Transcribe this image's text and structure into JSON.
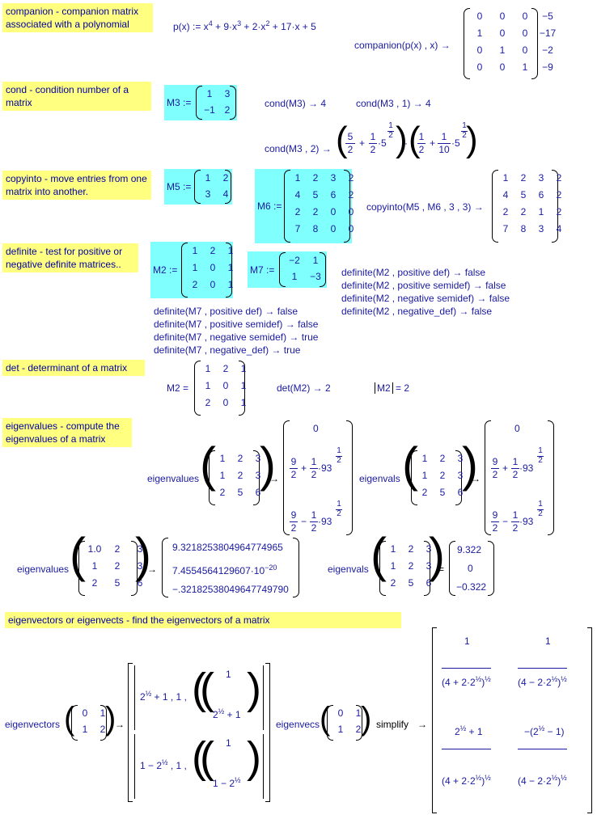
{
  "sections": {
    "companion": {
      "label": "companion - companion matrix associated  with a polynomial",
      "def": "p(x) := x",
      "def_rest": [
        "4",
        " + 9·x",
        "3",
        " + 2·x",
        "2",
        " + 17·x + 5"
      ],
      "call": "companion(p(x) , x) →",
      "result": [
        [
          "0",
          "0",
          "0",
          "−5"
        ],
        [
          "1",
          "0",
          "0",
          "−17"
        ],
        [
          "0",
          "1",
          "0",
          "−2"
        ],
        [
          "0",
          "0",
          "1",
          "−9"
        ]
      ]
    },
    "cond": {
      "label": "cond - condition number of a matrix",
      "m3_name": "M3 :=",
      "m3": [
        [
          "1",
          "3"
        ],
        [
          "−1",
          "2"
        ]
      ],
      "c1": "cond(M3) → 4",
      "c2": "cond(M3 , 1) → 4",
      "c3": "cond(M3 , 2) →",
      "c3_parts": [
        "5",
        "2",
        "+",
        "1",
        "2",
        "·5",
        "1",
        "2",
        "·",
        "1",
        "2",
        "+",
        "1",
        "10",
        "·5",
        "1",
        "2"
      ]
    },
    "copyinto": {
      "label": "copyinto - move entries from one matrix into another.",
      "m5_name": "M5 :=",
      "m5": [
        [
          "1",
          "2"
        ],
        [
          "3",
          "4"
        ]
      ],
      "m6_name": "M6 :=",
      "m6": [
        [
          "1",
          "2",
          "3",
          "2"
        ],
        [
          "4",
          "5",
          "6",
          "2"
        ],
        [
          "2",
          "2",
          "0",
          "0"
        ],
        [
          "7",
          "8",
          "0",
          "0"
        ]
      ],
      "call": "copyinto(M5 , M6 , 3 , 3) →",
      "result": [
        [
          "1",
          "2",
          "3",
          "2"
        ],
        [
          "4",
          "5",
          "6",
          "2"
        ],
        [
          "2",
          "2",
          "1",
          "2"
        ],
        [
          "7",
          "8",
          "3",
          "4"
        ]
      ]
    },
    "definite": {
      "label": "definite - test for positive or negative definite matrices..",
      "m2_name": "M2 :=",
      "m2": [
        [
          "1",
          "2",
          "1"
        ],
        [
          "1",
          "0",
          "1"
        ],
        [
          "2",
          "0",
          "1"
        ]
      ],
      "m7_name": "M7 :=",
      "m7": [
        [
          "−2",
          "1"
        ],
        [
          "1",
          "−3"
        ]
      ],
      "m2_results": [
        "definite(M2 , positive  def) → false",
        "definite(M2 , positive  semidef) → false",
        "definite(M2 , negative  semidef) → false",
        "definite(M2 , negative_def) → false"
      ],
      "m7_results": [
        "definite(M7 , positive  def) → false",
        "definite(M7 , positive  semidef) → false",
        "definite(M7 , negative  semidef) → true",
        "definite(M7 , negative_def) → true"
      ]
    },
    "det": {
      "label": "det - determinant of a matrix",
      "m2_name": "M2 =",
      "m2": [
        [
          "1",
          "2",
          "1"
        ],
        [
          "1",
          "0",
          "1"
        ],
        [
          "2",
          "0",
          "1"
        ]
      ],
      "det": "det(M2) → 2",
      "abs": "M2",
      "abs_val": "= 2"
    },
    "eigenvalues": {
      "label": "eigenvalues - compute the eigenvalues of a matrix",
      "fn1": "eigenvalues",
      "fn2": "eigenvals",
      "mat": [
        [
          "1",
          "2",
          "3"
        ],
        [
          "1",
          "2",
          "3"
        ],
        [
          "2",
          "5",
          "6"
        ]
      ],
      "mat_float": [
        [
          "1.0",
          "2",
          "3"
        ],
        [
          "1",
          "2",
          "3"
        ],
        [
          "2",
          "5",
          "6"
        ]
      ],
      "sym_zero": "0",
      "sym_top": [
        "9",
        "2",
        "+",
        "1",
        "2",
        "·93",
        "1",
        "2"
      ],
      "sym_bot": [
        "9",
        "2",
        "−",
        "1",
        "2",
        "·93",
        "1",
        "2"
      ],
      "num": [
        "9.3218253804964774965",
        "7.4554564129607·10",
        "−20",
        "−.32182538049647749790"
      ],
      "num2": [
        "9.322",
        "0",
        "−0.322"
      ]
    },
    "eigenvectors": {
      "label": "eigenvectors or eigenvects - find the  eigenvectors of a matrix",
      "fn1": "eigenvectors",
      "fn2": "eigenvecs",
      "simplify": "simplify",
      "mat": [
        [
          "0",
          "1"
        ],
        [
          "1",
          "2"
        ]
      ]
    }
  }
}
